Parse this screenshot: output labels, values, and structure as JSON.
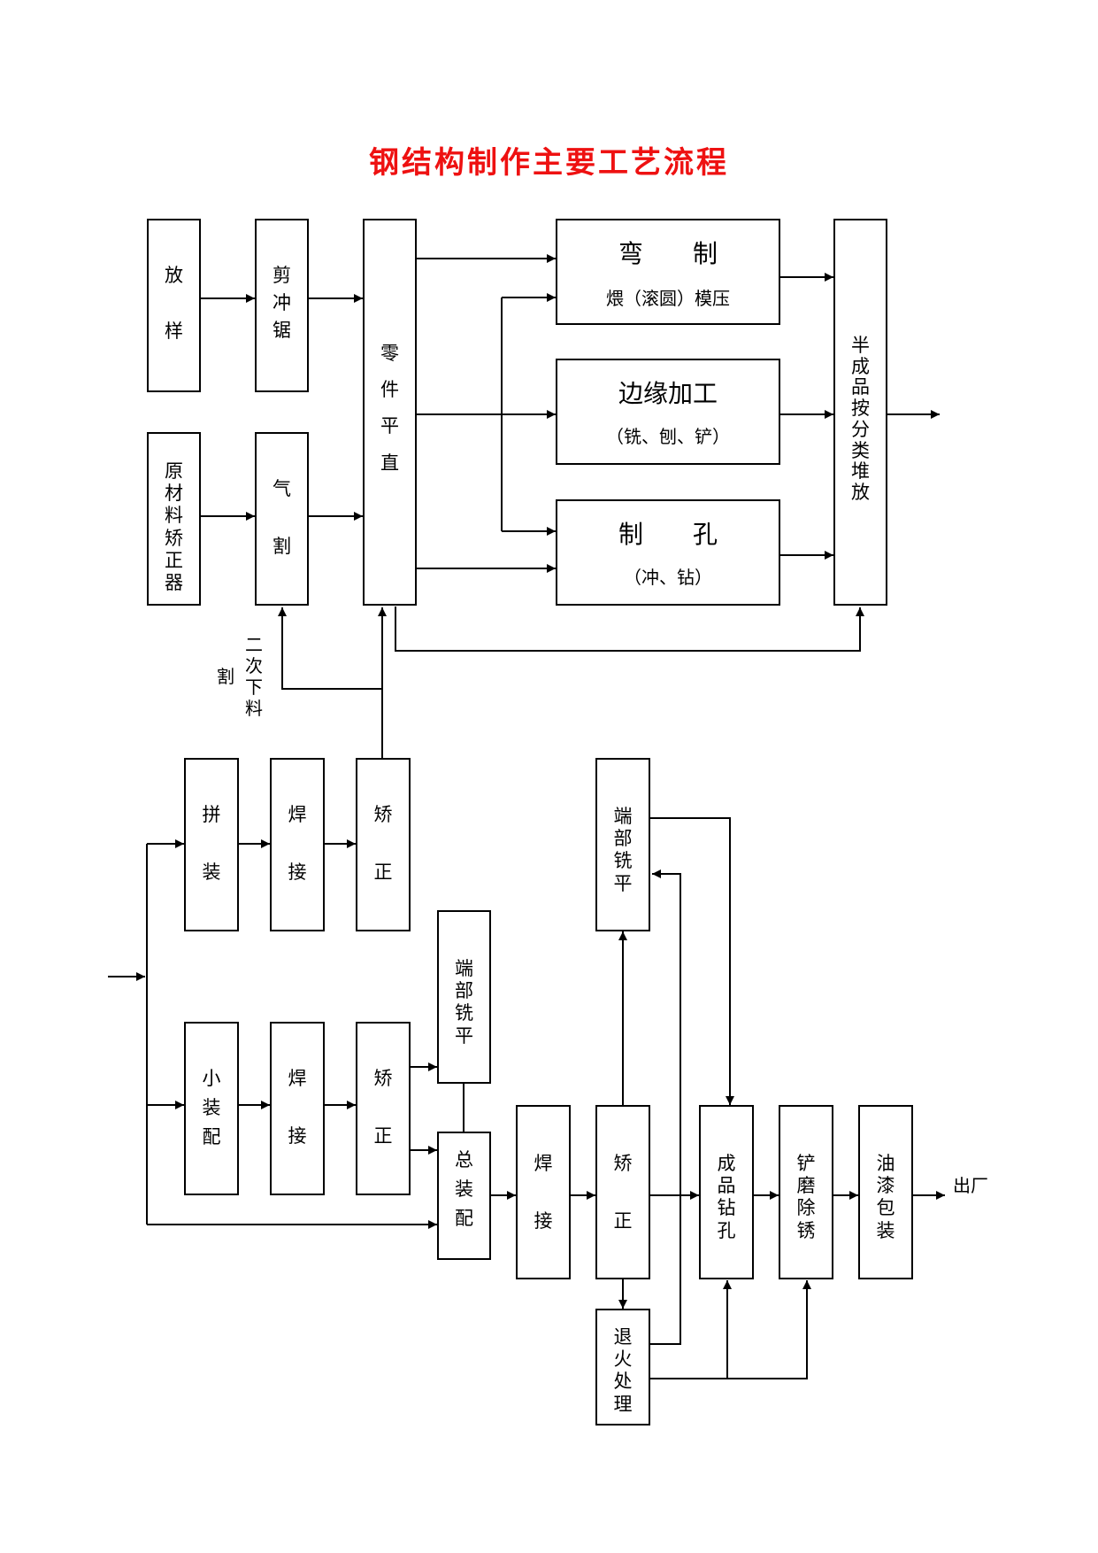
{
  "title": "钢结构制作主要工艺流程",
  "boxes": {
    "fangyang": "放样",
    "jianchongju": "剪冲锯",
    "yuancailiao": "原材料矫正器",
    "qige": "气割",
    "lingjian": "零件平直",
    "wanzhi_title": "弯　　制",
    "wanzhi_sub": "煨（滚圆）模压",
    "bianyuan_title": "边缘加工",
    "bianyuan_sub": "（铣、刨、铲）",
    "zhikong_title": "制　　孔",
    "zhikong_sub": "（冲、钻）",
    "banchengpin": "半成品按分类堆放",
    "pinzhuang": "拼装",
    "hanjie_top": "焊接",
    "jiaozheng_top": "矫正",
    "xiaozhuangpei": "小装配",
    "hanjie_mid": "焊接",
    "jiaozheng_mid": "矫正",
    "duanbu_left": "端部铣平",
    "zongzhuangpei": "总装配",
    "hanjie_bottom": "焊接",
    "jiaozheng_bottom": "矫正",
    "duanbu_right": "端部铣平",
    "tuihuo": "退火处理",
    "chengpinzuankong": "成品钻孔",
    "chanmo": "铲磨除锈",
    "youqi": "油漆包装"
  },
  "labels": {
    "ercixialiao": "二次下料",
    "ge": "割",
    "chuchang": "出厂"
  }
}
